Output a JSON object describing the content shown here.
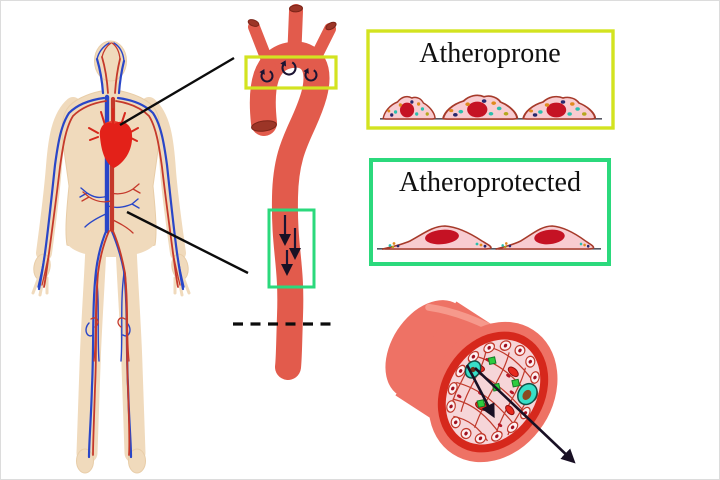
{
  "background": "#ffffff",
  "ink_color": "#191024",
  "panels": {
    "atheroprone": {
      "label": "Atheroprone",
      "border_color": "#d3e320",
      "cell_count": 3,
      "cell_fill": "#f8ccd1",
      "nucleus_color": "#c51224"
    },
    "atheroprotected": {
      "label": "Atheroprotected",
      "border_color": "#2bd97c",
      "cell_count": 2,
      "cell_fill": "#f8ccd1",
      "nucleus_color": "#c51224"
    }
  },
  "aorta_schematic": {
    "vessel_color": "#e25b4c",
    "opening_color": "#9c3527",
    "branch_count": 3,
    "arch_flow_box": {
      "border_color": "#d3e320",
      "swirl_arrow_count": 3
    },
    "descending_flow_box": {
      "border_color": "#2bd97c",
      "straight_arrow_count": 3
    },
    "dashed_line": true
  },
  "human_body": {
    "skin_color": "#f0dabc",
    "artery_color": "#c5392b",
    "vein_color": "#2946c8",
    "heart_color": "#e32119",
    "pointer_line_count": 2
  },
  "vessel_cross_section": {
    "wall_color": "#ee7265",
    "ring_color": "#d6281c",
    "lumen_color": "#f6d5d8",
    "mesh_line_color": "#c0392b",
    "red_blood_cell_count": 4,
    "green_diamond_count": 4,
    "teal_cell_count": 2,
    "flow_arrow_count": 2
  }
}
